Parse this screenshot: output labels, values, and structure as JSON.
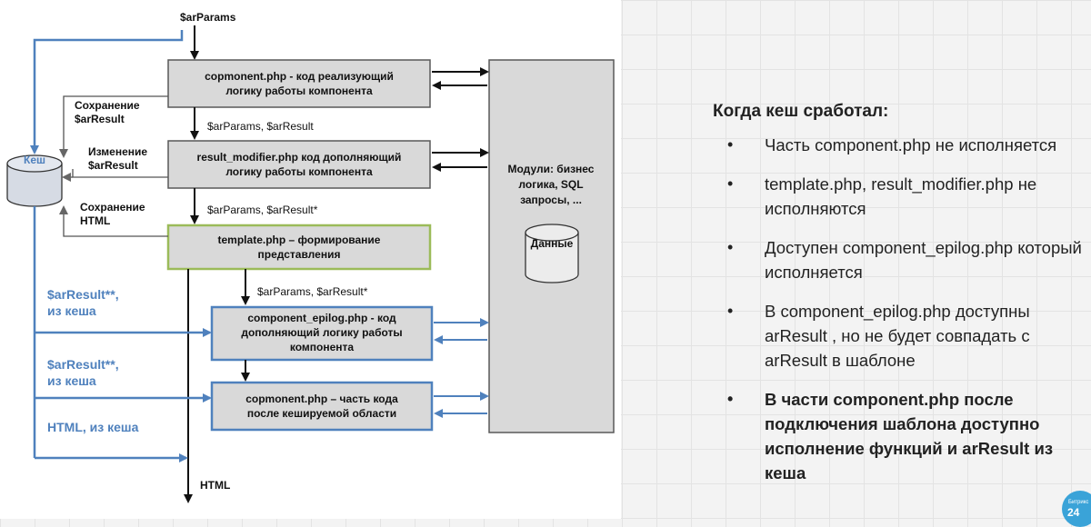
{
  "diagram": {
    "top_input": "$arParams",
    "box1": [
      "copmonent.php - код реализующий",
      "логику работы компонента"
    ],
    "box2": [
      "result_modifier.php код дополняющий",
      "логику работы компонента"
    ],
    "box3": [
      "template.php – формирование",
      "представления"
    ],
    "box4": [
      "component_epilog.php - код",
      "дополняющий логику работы",
      "компонента"
    ],
    "box5": [
      "copmonent.php – часть кода",
      "после кешируемой области"
    ],
    "modules": [
      "Модули: бизнес",
      "логика, SQL",
      "запросы, ..."
    ],
    "data_label": "Данные",
    "cache_label": "Кеш",
    "save_result": [
      "Сохранение",
      "$arResult"
    ],
    "change_result": [
      "Изменение",
      "$arResult"
    ],
    "save_html": [
      "Сохранение",
      "HTML"
    ],
    "params_result_1": "$arParams, $arResult",
    "params_result_2": "$arParams, $arResult*",
    "params_result_3": "$arParams, $arResult*",
    "cache_result_1": [
      "$arResult**,",
      "из кеша"
    ],
    "cache_result_2": [
      "$arResult**,",
      "из кеша"
    ],
    "cache_html": "HTML, из кеша",
    "bottom_output": "HTML"
  },
  "slide": {
    "heading": "Когда кеш сработал:",
    "bullets": [
      {
        "text": "Часть component.php  не исполняется",
        "bold": false
      },
      {
        "text": "template.php, result_modifier.php не исполняются",
        "bold": false
      },
      {
        "text": "Доступен component_epilog.php который исполняется",
        "bold": false
      },
      {
        "text": "В component_epilog.php доступны arResult , но не будет совпадать с arResult  в шаблоне",
        "bold": false
      },
      {
        "text": "В части component.php  после подключения шаблона доступно исполнение функций и arResult из кеша",
        "bold": true
      }
    ]
  },
  "logo": {
    "small_text": "Битрикс",
    "number": "24"
  },
  "colors": {
    "box_fill": "#d9d9d9",
    "box_border": "#595959",
    "template_border": "#9bbb59",
    "blue": "#4f81bd"
  }
}
